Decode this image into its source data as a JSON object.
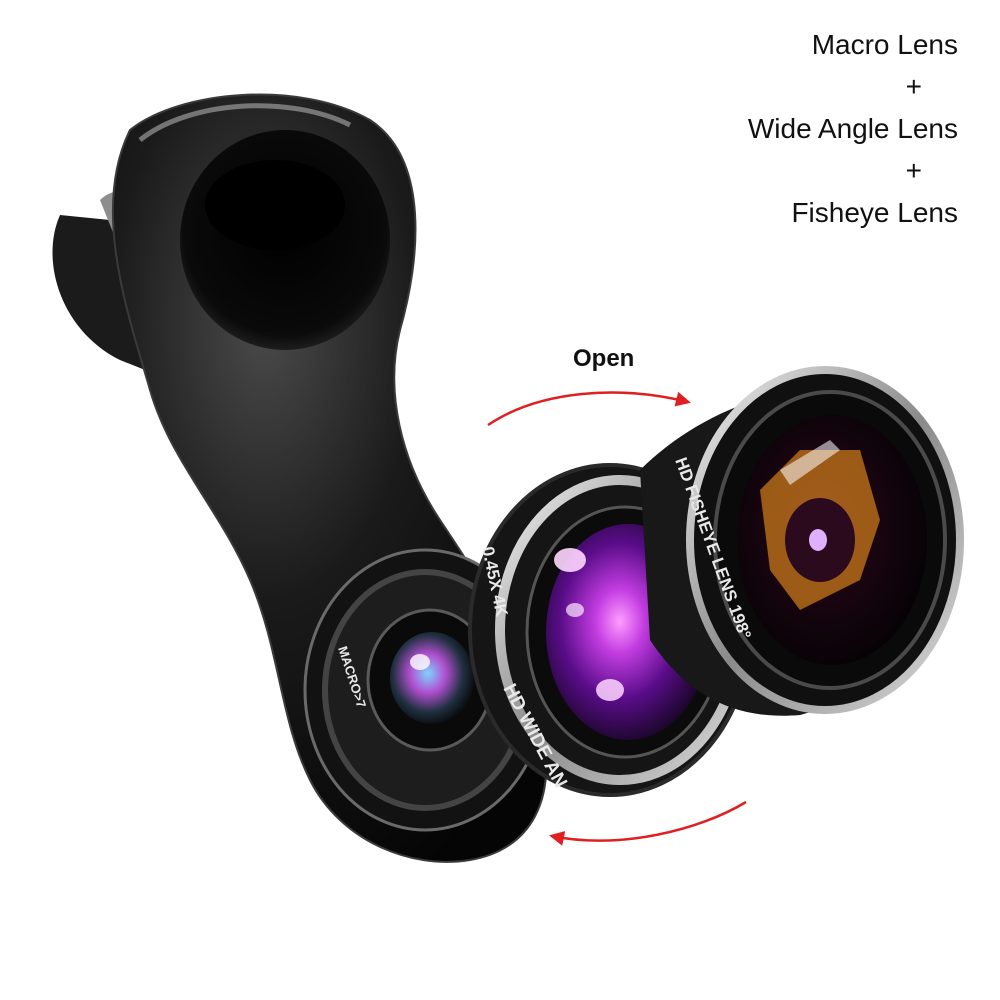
{
  "caption": {
    "line1": "Macro Lens",
    "plus1": "+",
    "line2": "Wide Angle Lens",
    "plus2": "+",
    "line3": "Fisheye Lens"
  },
  "open_label": "Open",
  "lens_labels": {
    "macro": "MACRO>7",
    "wide_spec": "0.45X 4K",
    "wide_name": "HD WIDE AN",
    "fisheye": "HD FISHEYE LENS 198°"
  },
  "colors": {
    "background": "#ffffff",
    "arrow": "#e02020",
    "body": "#0d0d0d",
    "lens_tint": "#b02ad0"
  }
}
